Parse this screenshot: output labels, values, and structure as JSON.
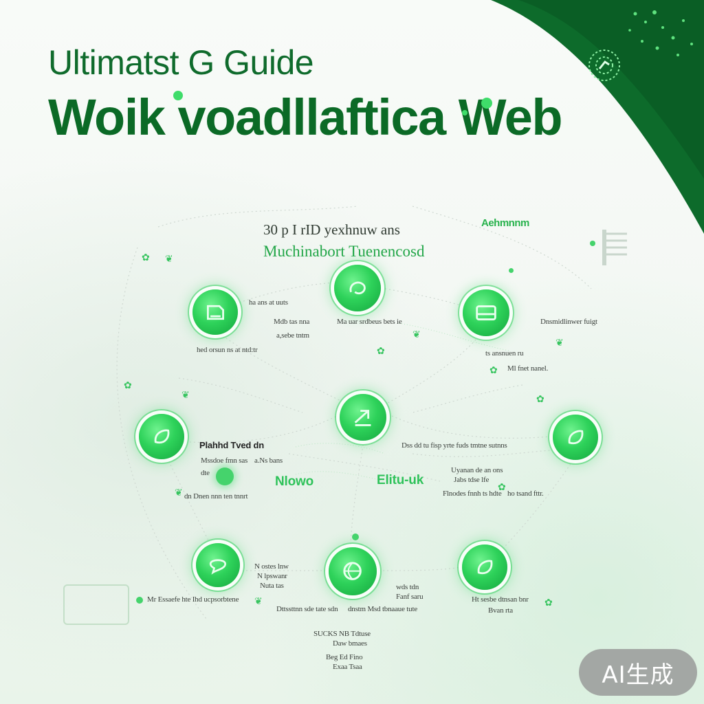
{
  "title": {
    "line1": "Ultimatst G Guide",
    "line2": "Woik voadllaftica Web"
  },
  "subtitle": {
    "line1": "30 p  I rID yexhnuw ans",
    "line2": "Muchinabort Tuenencosd"
  },
  "header_tag": "Aehmnnm",
  "labels": {
    "l1": "ha ans at uuts",
    "l2": "Mdb tas nna",
    "l3": "a,sebe tntm",
    "l4": "hed orsun ns at ntd:tr",
    "l5": "Ma uar srdbeus bets ie",
    "l6": "Dnsmidlinwer fuigt",
    "l7": "ts ansnuen ru",
    "l8": "Ml fnet nanel.",
    "l9": "Plahhd Tved dn",
    "l10": "Mssdoe fmn sas",
    "l11": "a.Ns bans",
    "l12": "dte",
    "l13": "dn Dnen nnn ten tnnrt",
    "l14": "Nlowo",
    "l15": "Elitu-uk",
    "l16": "Dss dd tu fisp yrte fuds tmtne sutnns",
    "l17": "Uyanan de an ons",
    "l18": "Jabs tdse lfe",
    "l19": "Flnodes fnnh ts hdte",
    "l20": "ho tsand fttr.",
    "l21": "N ostes lnw",
    "l22": "N lpswanr",
    "l23": "Nuta tas",
    "l24": "Mr Essaefe hte Ihd ucpsorbtene",
    "l25": "Dttssttnn sde tate sdn",
    "l26": "dnstm Msd tbnaaue tute",
    "l27": "wds tdn",
    "l28": "Fanf saru",
    "l29": "Ht sesbe dtnsan bnr",
    "l30": "Bvan rta",
    "l31": "SUCKS NB Tdtuse",
    "l32": "Daw bmaes",
    "l33": "Beg Ed Fino",
    "l34": "Exaa Tsaa"
  },
  "badge": "AI生成",
  "colors": {
    "dark_green": "#0b6a26",
    "node_green": "#2ed25a",
    "label_green": "#22a648"
  },
  "nodes": [
    {
      "id": "n1",
      "icon": "document-icon"
    },
    {
      "id": "n2",
      "icon": "swirl-icon"
    },
    {
      "id": "n3",
      "icon": "card-icon"
    },
    {
      "id": "n4",
      "icon": "leaf-icon"
    },
    {
      "id": "n5",
      "icon": "arrow-icon"
    },
    {
      "id": "n6",
      "icon": "leaf-icon"
    },
    {
      "id": "n7",
      "icon": "chat-icon"
    },
    {
      "id": "n8",
      "icon": "globe-icon"
    },
    {
      "id": "n9",
      "icon": "leaf-icon"
    }
  ]
}
